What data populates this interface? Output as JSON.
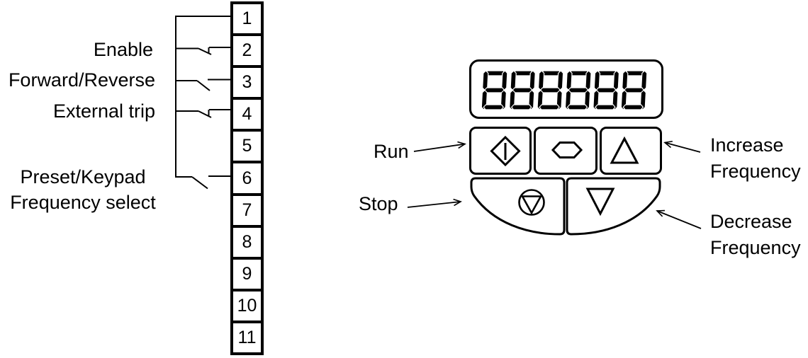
{
  "colors": {
    "ink": "#000000",
    "background": "#ffffff"
  },
  "wiring_diagram": {
    "terminals": [
      "1",
      "2",
      "3",
      "4",
      "5",
      "6",
      "7",
      "8",
      "9",
      "10",
      "11"
    ],
    "signal_labels": {
      "enable": "Enable",
      "forward_reverse": "Forward/Reverse",
      "external_trip": "External trip",
      "preset_keypad_line1": "Preset/Keypad",
      "preset_keypad_line2": "Frequency select"
    },
    "connections": [
      {
        "terminal": "1",
        "type": "direct-link"
      },
      {
        "terminal": "2",
        "label": "Enable",
        "type": "switch"
      },
      {
        "terminal": "3",
        "label": "Forward/Reverse",
        "type": "switch"
      },
      {
        "terminal": "4",
        "label": "External trip",
        "type": "switch"
      },
      {
        "terminal": "6",
        "label": "Preset/Keypad Frequency select",
        "type": "switch"
      }
    ]
  },
  "keypad": {
    "display": {
      "value": "888888",
      "digit_count": 6,
      "style": "seven-segment"
    },
    "button_labels": {
      "run": "Run",
      "stop": "Stop",
      "increase_line1": "Increase",
      "increase_line2": "Frequency",
      "decrease_line1": "Decrease",
      "decrease_line2": "Frequency"
    },
    "buttons": [
      {
        "id": "run",
        "icon": "diamond-start-icon"
      },
      {
        "id": "mode",
        "icon": "hexagon-mode-icon"
      },
      {
        "id": "increase",
        "icon": "triangle-up-icon"
      },
      {
        "id": "stop",
        "icon": "stop-circle-icon"
      },
      {
        "id": "decrease",
        "icon": "triangle-down-icon"
      }
    ]
  }
}
